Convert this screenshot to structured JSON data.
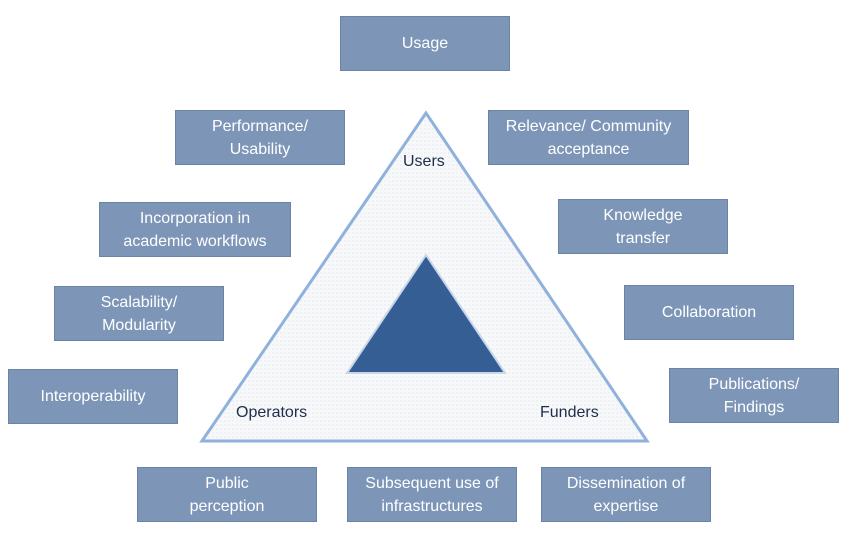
{
  "triangle": {
    "top_label": "Users",
    "left_label": "Operators",
    "right_label": "Funders",
    "colors": {
      "outline": "#8fb1db",
      "fill": "#f5f6f8",
      "inner": "#355f94",
      "inner_border": "#c9d6ea"
    }
  },
  "boxes": {
    "usage": "Usage",
    "performance": [
      "Performance/",
      "Usability"
    ],
    "relevance": [
      "Relevance/ Community",
      "acceptance"
    ],
    "incorporation": [
      "Incorporation in",
      "academic workflows"
    ],
    "knowledge": [
      "Knowledge",
      "transfer"
    ],
    "scalability": [
      "Scalability/",
      "Modularity"
    ],
    "collaboration": "Collaboration",
    "interoperability": "Interoperability",
    "publications": [
      "Publications/",
      "Findings"
    ],
    "public": [
      "Public",
      "perception"
    ],
    "subsequent": [
      "Subsequent use of",
      "infrastructures"
    ],
    "dissemination": [
      "Dissemination of",
      "expertise"
    ]
  },
  "colors": {
    "box_fill": "#7d96b8",
    "box_text": "#ffffff"
  }
}
